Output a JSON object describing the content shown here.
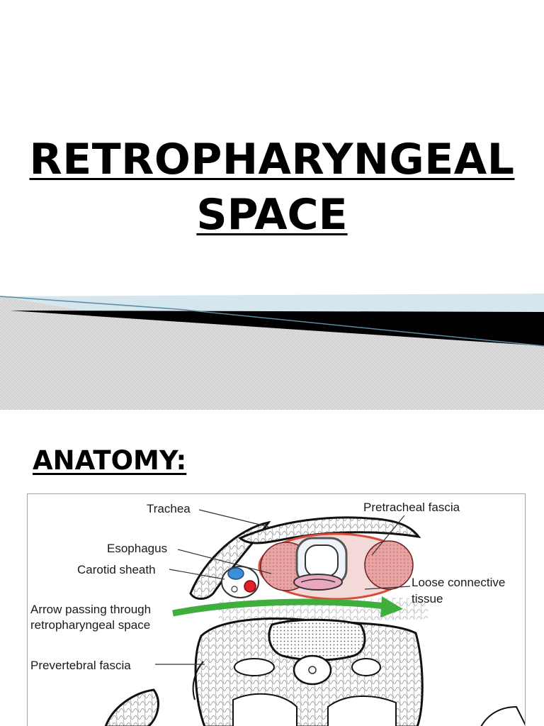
{
  "slide": {
    "title_line1": "RETROPHARYNGEAL",
    "title_line2": "SPACE",
    "section_heading": "ANATOMY:"
  },
  "figure": {
    "labels": {
      "trachea": "Trachea",
      "pretracheal_fascia": "Pretracheal fascia",
      "esophagus": "Esophagus",
      "carotid_sheath": "Carotid sheath",
      "loose_connective_line1": "Loose connective",
      "loose_connective_line2": "tissue",
      "arrow_line1": "Arrow passing through",
      "arrow_line2": "retropharyngeal space",
      "prevertebral_fascia": "Prevertebral fascia"
    },
    "colors": {
      "thyroid_fill": "#e8a3a3",
      "fascia_outline": "#d94a3a",
      "arrow_green": "#3fae3f",
      "vein_blue": "#3a8fd8",
      "artery_red": "#e0212a"
    }
  }
}
